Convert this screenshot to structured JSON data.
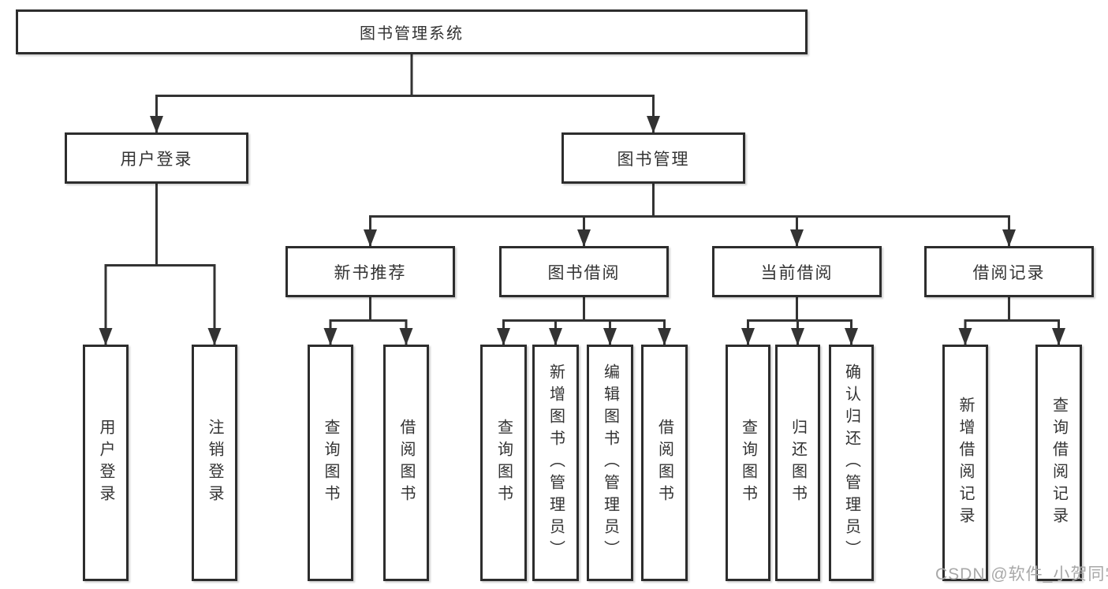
{
  "title": "图书管理系统",
  "watermark": "CSDN @软件_小贺同学",
  "colors": {
    "line": "#333333",
    "box_border": "#2d2d2d",
    "text": "#333333",
    "watermark": "#a8a8a8",
    "background": "#ffffff"
  },
  "tree": {
    "label": "图书管理系统",
    "children": [
      {
        "label": "用户登录",
        "children": [
          {
            "label": "用户登录"
          },
          {
            "label": "注销登录"
          }
        ]
      },
      {
        "label": "图书管理",
        "children": [
          {
            "label": "新书推荐",
            "children": [
              {
                "label": "查询图书"
              },
              {
                "label": "借阅图书"
              }
            ]
          },
          {
            "label": "图书借阅",
            "children": [
              {
                "label": "查询图书"
              },
              {
                "label": "新增图书（管理员）"
              },
              {
                "label": "编辑图书（管理员）"
              },
              {
                "label": "借阅图书"
              }
            ]
          },
          {
            "label": "当前借阅",
            "children": [
              {
                "label": "查询图书"
              },
              {
                "label": "归还图书"
              },
              {
                "label": "确认归还（管理员）"
              }
            ]
          },
          {
            "label": "借阅记录",
            "children": [
              {
                "label": "新增借阅记录"
              },
              {
                "label": "查询借阅记录"
              }
            ]
          }
        ]
      }
    ]
  }
}
